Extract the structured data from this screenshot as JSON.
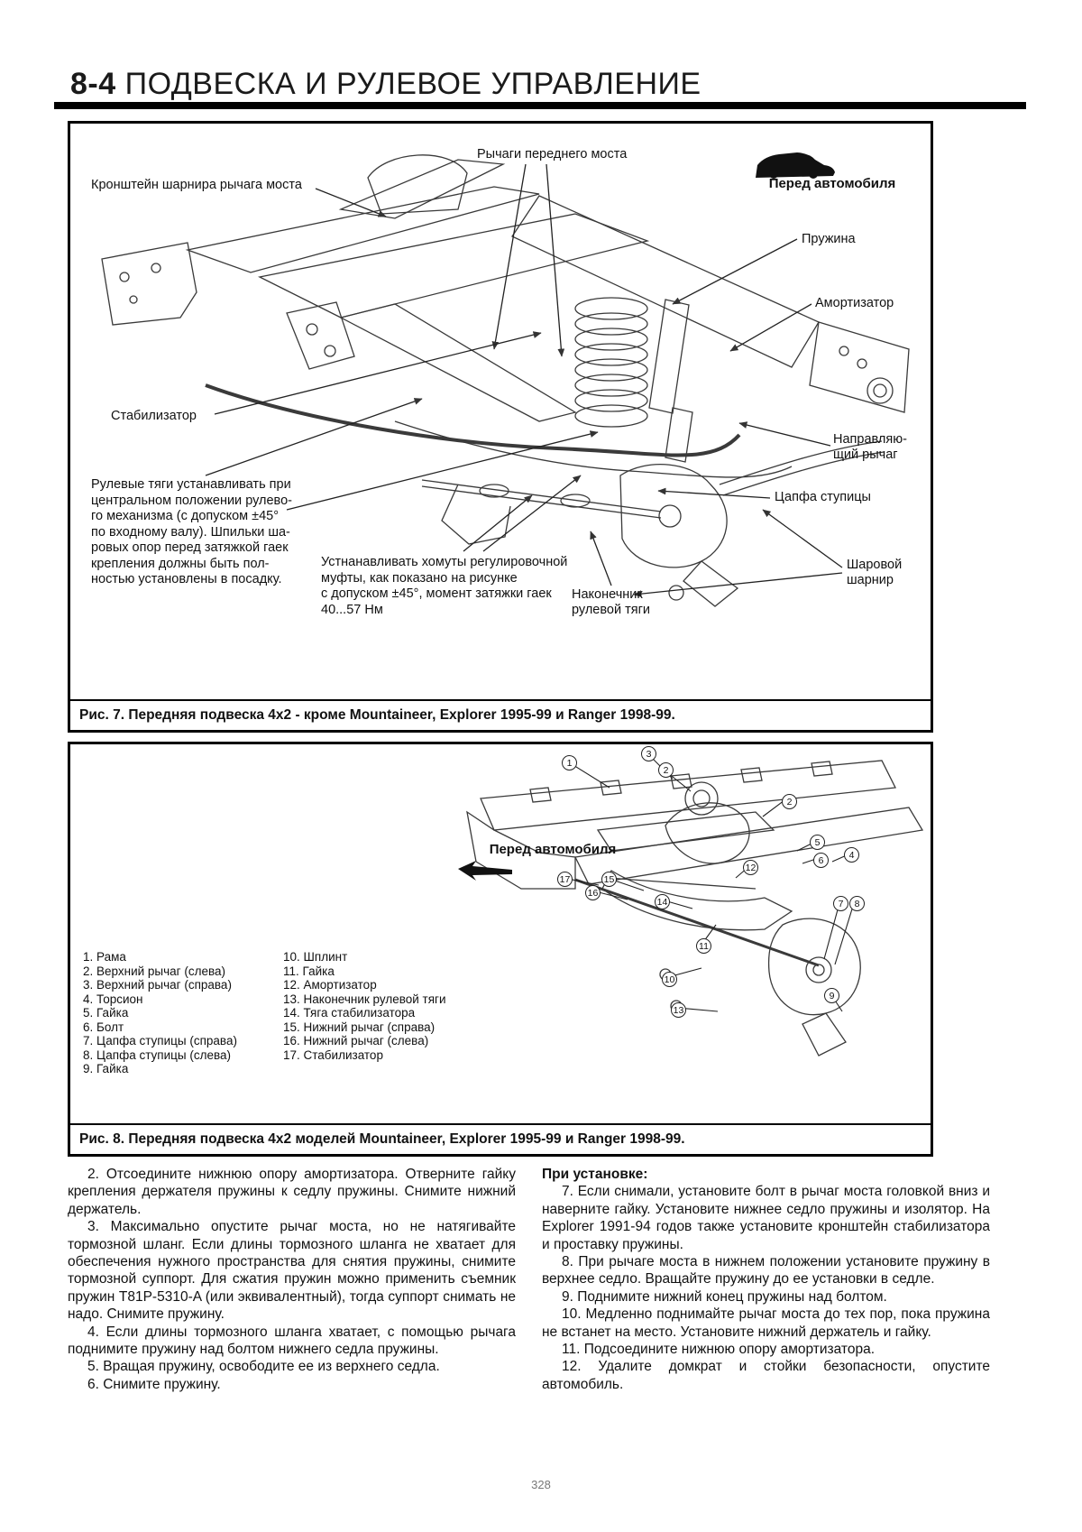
{
  "theme": {
    "ink": "#111111",
    "paper": "#ffffff"
  },
  "header": {
    "section_number": "8-4",
    "title": "ПОДВЕСКА И РУЛЕВОЕ УПРАВЛЕНИЕ"
  },
  "fig7": {
    "caption": "Рис. 7. Передняя подвеска 4х2 - кроме Mountaineer, Explorer 1995-99 и Ranger 1998-99.",
    "labels": {
      "bracket": "Кронштейн шарнира рычага моста",
      "front_arms": "Рычаги переднего моста",
      "front_of_car": "Перед автомобиля",
      "spring": "Пружина",
      "shock": "Амортизатор",
      "stabilizer": "Стабилизатор",
      "guide_arm_line1": "Направляю-",
      "guide_arm_line2": "щий рычаг",
      "hub_knuckle": "Цапфа ступицы",
      "ball_joint_line1": "Шаровой",
      "ball_joint_line2": "шарнир",
      "tie_rod_end_line1": "Наконечник",
      "tie_rod_end_line2": "рулевой тяги"
    },
    "note_left_lines": [
      "Рулевые тяги устанавливать при",
      "центральном положении рулево-",
      "го механизма (с допуском ±45°",
      "по входному валу). Шпильки ша-",
      "ровых опор перед затяжкой гаек",
      "крепления должны быть пол-",
      "ностью установлены в посадку."
    ],
    "note_center_lines": [
      "Устнанавливать хомуты регулировочной",
      "муфты, как показано на рисунке",
      "с допуском ±45°, момент затяжки гаек",
      "40...57 Нм"
    ]
  },
  "fig8": {
    "caption": "Рис. 8. Передняя подвеска 4х2 моделей Mountaineer, Explorer 1995-99 и Ranger 1998-99.",
    "front_of_car": "Перед автомобиля",
    "parts": [
      "1. Рама",
      "2. Верхний рычаг (слева)",
      "3. Верхний рычаг (справа)",
      "4. Торсион",
      "5. Гайка",
      "6. Болт",
      "7. Цапфа ступицы (справа)",
      "8. Цапфа ступицы (слева)",
      "9. Гайка",
      "10. Шплинт",
      "11. Гайка",
      "12. Амортизатор",
      "13. Наконечник рулевой тяги",
      "14. Тяга стабилизатора",
      "15. Нижний рычаг (справа)",
      "16. Нижний рычаг (слева)",
      "17. Стабилизатор"
    ],
    "callouts": [
      "1",
      "3",
      "2",
      "2",
      "5",
      "6",
      "4",
      "7",
      "8",
      "12",
      "11",
      "14",
      "15",
      "16",
      "17",
      "10",
      "13",
      "9"
    ]
  },
  "instructions": {
    "left": [
      "2. Отсоедините нижнюю опору амортизатора. Отверните гайку крепления держателя пружины к седлу пружины. Снимите нижний держатель.",
      "3. Максимально опустите рычаг моста, но не натягивайте тормозной шланг. Если длины тормозного шланга не хватает для обеспечения нужного пространства для снятия пружины, снимите тормозной суппорт. Для сжатия пружин можно применить съемник пружин T81P-5310-A (или эквивалентный), тогда суппорт снимать не надо. Снимите пружину.",
      "4. Если длины тормозного шланга хватает, с помощью рычага поднимите пружину над болтом нижнего седла пружины.",
      "5. Вращая пружину, освободите ее из верхнего седла.",
      "6. Снимите пружину."
    ],
    "right_heading": "При установке:",
    "right": [
      "7. Если снимали, установите болт в рычаг моста головкой вниз и наверните гайку. Установите нижнее седло пружины и изолятор. На Explorer 1991-94 годов также установите кронштейн стабилизатора и проставку пружины.",
      "8. При рычаге моста в нижнем положении установите пружину в верхнее седло. Вращайте пружину до ее установки в седле.",
      "9. Поднимите нижний конец пружины над болтом.",
      "10. Медленно поднимайте рычаг моста до тех пор, пока пружина не встанет на место. Установите нижний держатель и гайку.",
      "11. Подсоедините нижнюю опору амортизатора.",
      "12. Удалите домкрат и стойки безопасности, опустите автомобиль."
    ]
  },
  "page": {
    "number": "328"
  }
}
